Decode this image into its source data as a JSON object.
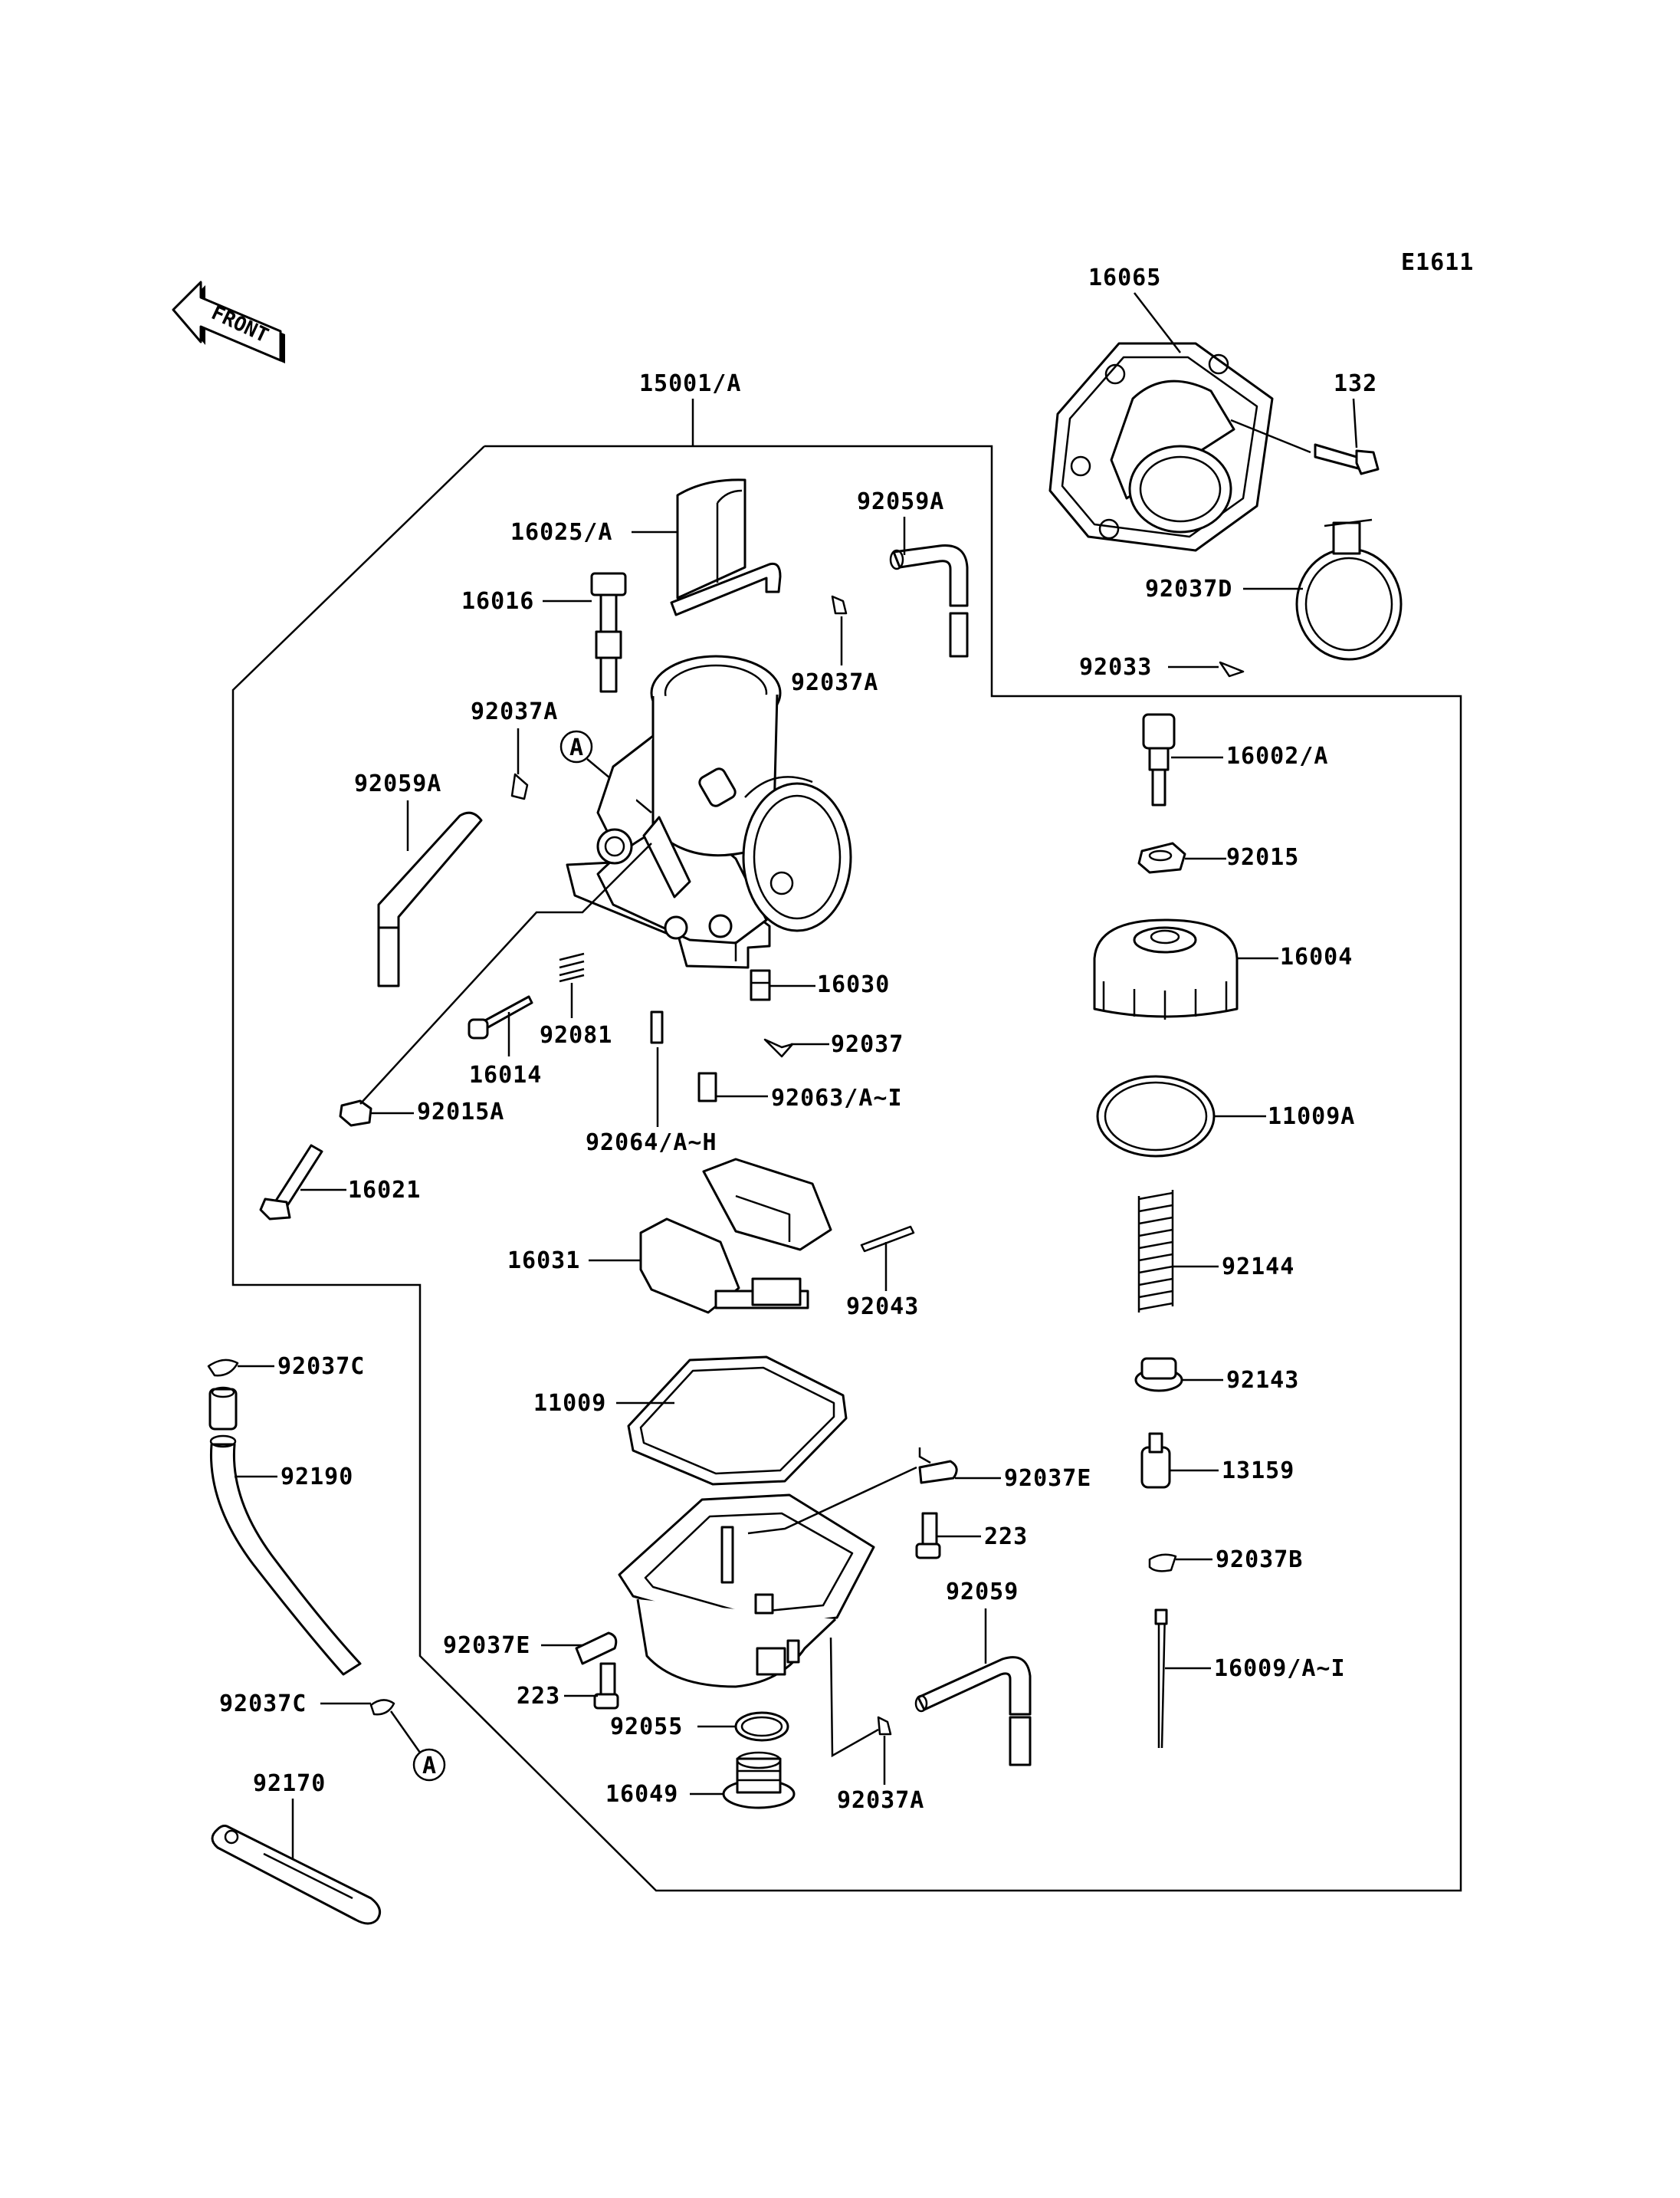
{
  "diagram_code": "E1611",
  "front_label": "FRONT",
  "callout_marker": "A",
  "labels": {
    "p16065": "16065",
    "p132": "132",
    "p15001A": "15001/A",
    "p16025A": "16025/A",
    "p92059A_top": "92059A",
    "p16016": "16016",
    "p92037A_top": "92037A",
    "p92037D": "92037D",
    "p92033": "92033",
    "p92037A_left": "92037A",
    "p16002A": "16002/A",
    "p92059A_left": "92059A",
    "p92015": "92015",
    "p16004": "16004",
    "p16030": "16030",
    "p92081": "92081",
    "p92037": "92037",
    "p16014": "16014",
    "p92063": "92063/A~I",
    "p92015A": "92015A",
    "p11009A": "11009A",
    "p92064": "92064/A~H",
    "p16021": "16021",
    "p92144": "92144",
    "p16031": "16031",
    "p92043": "92043",
    "p92037C_top": "92037C",
    "p92143": "92143",
    "p11009": "11009",
    "p92190": "92190",
    "p92037E_right": "92037E",
    "p13159": "13159",
    "p223_right": "223",
    "p92037B": "92037B",
    "p92059": "92059",
    "p92037E_left": "92037E",
    "p16009": "16009/A~I",
    "p92037C_bottom": "92037C",
    "p223_left": "223",
    "p92055": "92055",
    "p16049": "16049",
    "p92037A_bottom": "92037A",
    "p92170": "92170"
  }
}
